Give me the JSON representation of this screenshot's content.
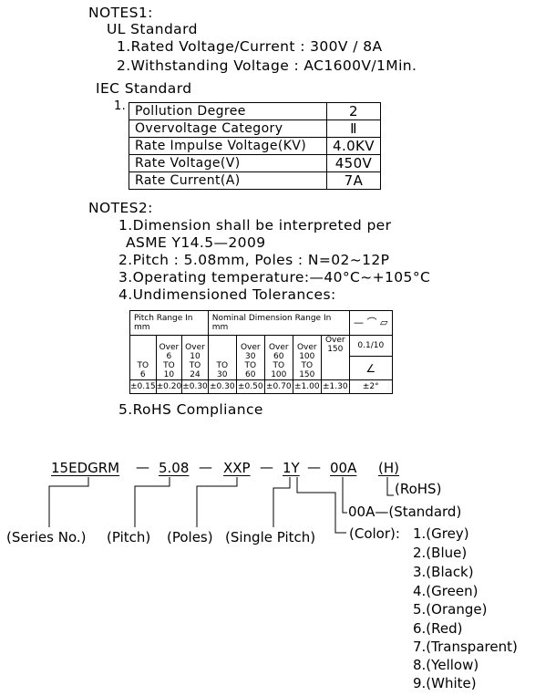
{
  "notes1": {
    "title": "NOTES1:",
    "ul_title": "UL Standard",
    "ul_items": [
      "1.Rated Voltage/Current : 300V / 8A",
      "2.Withstanding Voltage : AC1600V/1Min."
    ],
    "iec_title": "IEC Standard",
    "iec_number": "1.",
    "iec_rows": [
      {
        "label": "Pollution Degree",
        "value": "2"
      },
      {
        "label": "Overvoltage Category",
        "value": "Ⅱ"
      },
      {
        "label": "Rate Impulse Voltage(KV)",
        "value": "4.0KV"
      },
      {
        "label": "Rate Voltage(V)",
        "value": "450V"
      },
      {
        "label": "Rate Current(A)",
        "value": "7A"
      }
    ]
  },
  "notes2": {
    "title": "NOTES2:",
    "item1": "1.Dimension shall be interpreted per",
    "item1_cont": "ASME Y14.5—2009",
    "item2": "2.Pitch : 5.08mm, Poles : N=02~12P",
    "item3": "3.Operating temperature:—40°C~+105°C",
    "item4": "4.Undimensioned Tolerances:",
    "item5": "5.RoHS Compliance",
    "tolerance_table": {
      "pitch_header": "Pitch Range In mm",
      "nominal_header": "Nominal Dimension Range In mm",
      "symbols_header": "— ⌒ ▱",
      "pitch_cols": [
        "TO\n6",
        "Over\n6\nTO\n10",
        "Over\n10\nTO\n24"
      ],
      "nominal_cols": [
        "TO\n30",
        "Over\n30\nTO\n60",
        "Over\n60\nTO\n100",
        "Over\n100\nTO\n150",
        "Over\n150"
      ],
      "flatness_value": "0.1/10",
      "angle_symbol": "∠",
      "pitch_tol": [
        "±0.15",
        "±0.20",
        "±0.30"
      ],
      "nominal_tol": [
        "±0.30",
        "±0.50",
        "±0.70",
        "±1.00",
        "±1.30"
      ],
      "angle_tol": "±2°"
    }
  },
  "part_number": {
    "series": "15EDGRM",
    "pitch": "5.08",
    "poles": "XXP",
    "single_pitch": "1Y",
    "std": "00A",
    "rohs": "(H)",
    "dash": "—",
    "labels": {
      "rohs": "(RoHS)",
      "standard": "00A—(Standard)",
      "series": "(Series No.)",
      "pitch": "(Pitch)",
      "poles": "(Poles)",
      "single_pitch": "(Single Pitch)",
      "color": "(Color):"
    },
    "colors": [
      "1.(Grey)",
      "2.(Blue)",
      "3.(Black)",
      "4.(Green)",
      "5.(Orange)",
      "6.(Red)",
      "7.(Transparent)",
      "8.(Yellow)",
      "9.(White)"
    ]
  }
}
